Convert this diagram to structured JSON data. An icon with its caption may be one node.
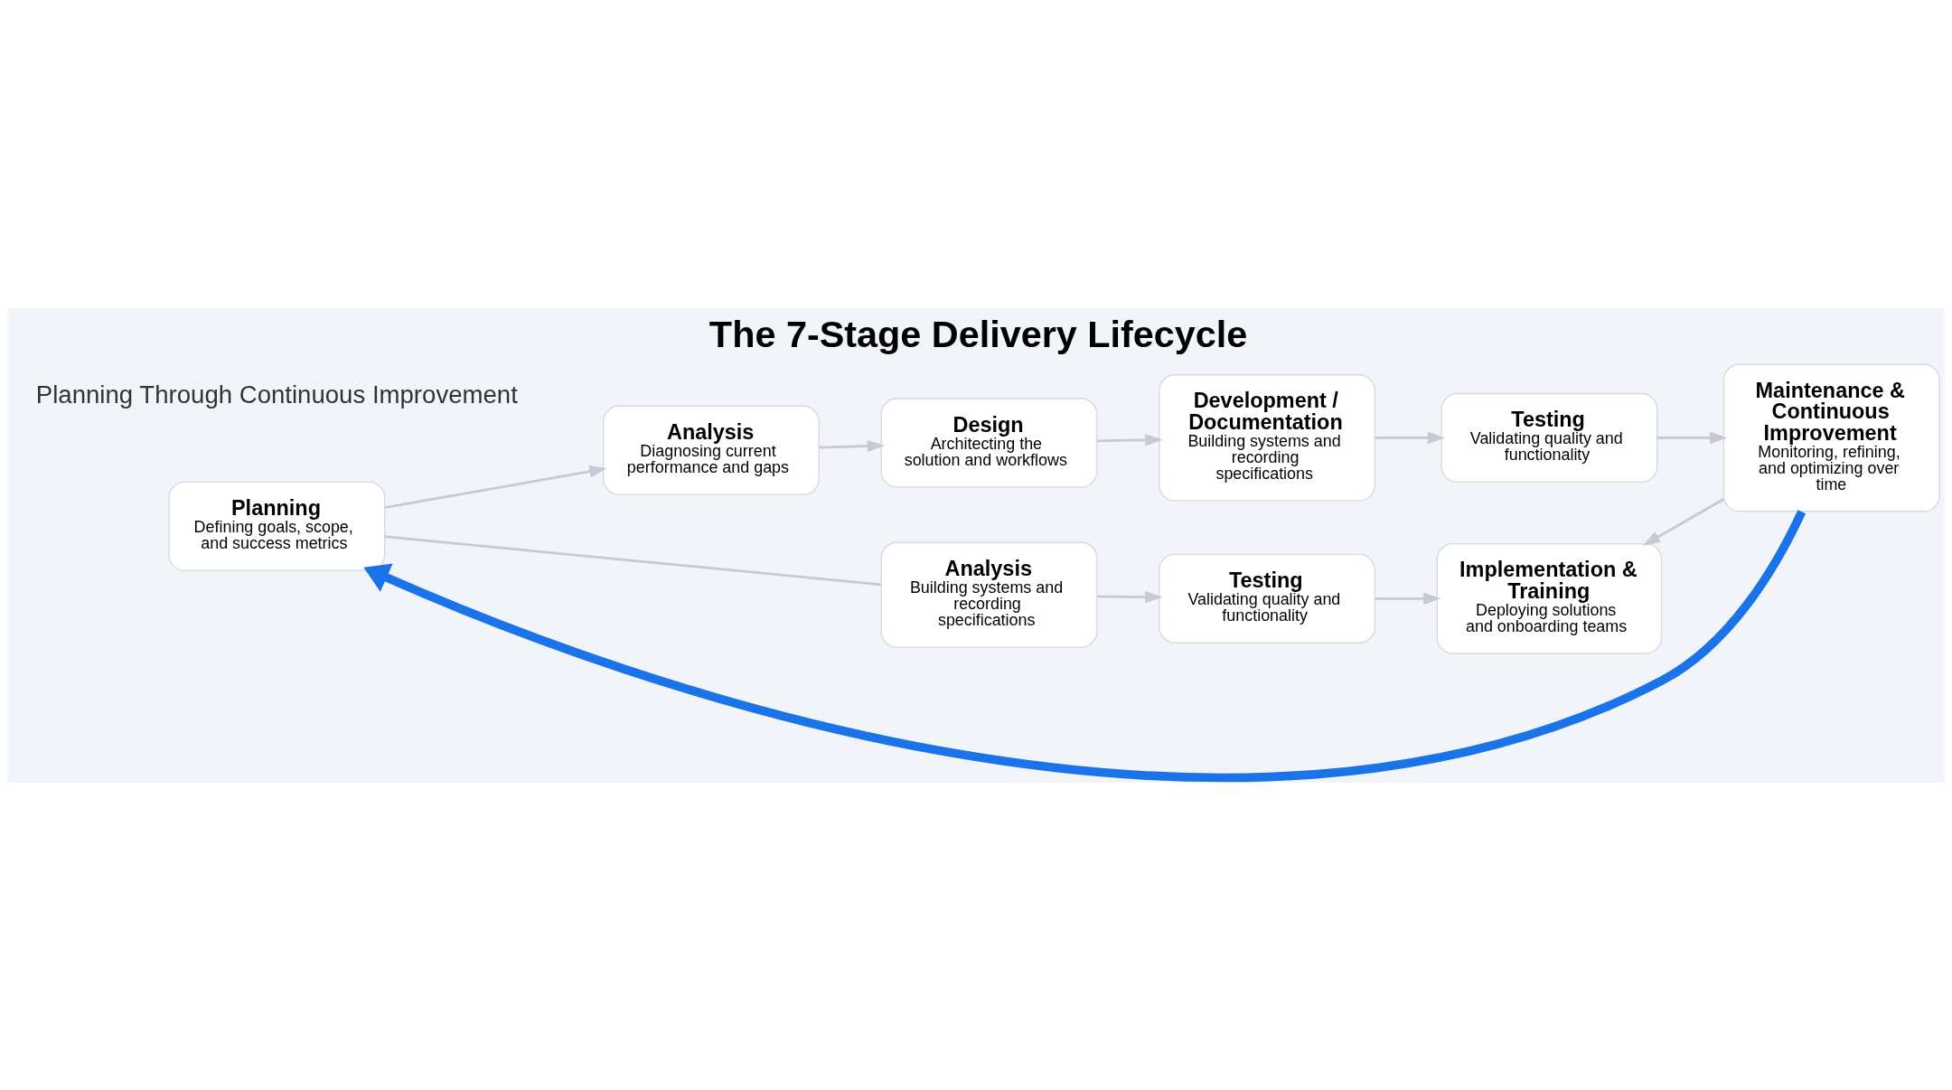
{
  "diagram": {
    "title": "The 7-Stage Delivery Lifecycle",
    "nodes": [
      {
        "text": [
          "Planning",
          "Defining goals, scope, and success metrics"
        ]
      },
      {
        "text": [
          "Analysis",
          "Diagnosing current performance and gaps"
        ]
      },
      {
        "text": [
          "Design",
          "Architecting the solution and workflows"
        ]
      },
      {
        "text": [
          "Development / Documentation",
          "Building systems and recording specifications"
        ]
      },
      {
        "text": [
          "Testing",
          "Validating quality and functionality"
        ]
      },
      {
        "text": [
          "Maintenance & Continuous Improvement",
          "Monitoring, refining, and optimizing over time"
        ]
      },
      {
        "text": [
          "Analysis",
          "Building systems and recording specifications"
        ]
      },
      {
        "text": [
          "Testing",
          "Validating quality and functionality"
        ]
      },
      {
        "text": [
          "Implementation & Training",
          "Deploying solutions and onboarding teams"
        ]
      }
    ],
    "edges": [
      {
        "from": 0,
        "to": 1,
        "arrow": "to"
      },
      {
        "from": 1,
        "to": 2,
        "arrow": "to"
      },
      {
        "from": 2,
        "to": 3,
        "arrow": "to"
      },
      {
        "from": 3,
        "to": 4,
        "arrow": "to"
      },
      {
        "from": 4,
        "to": 5,
        "arrow": "to"
      },
      {
        "from": 5,
        "to": 8,
        "arrow": "to"
      },
      {
        "from": 6,
        "to": 7,
        "arrow": "to"
      },
      {
        "from": 7,
        "to": 8,
        "arrow": "to"
      },
      {
        "from": 0,
        "to": 6,
        "arrow": "none"
      },
      {
        "from": 5,
        "to": 0,
        "arrow": "to",
        "style": "thick",
        "color": "#1a73e8"
      }
    ],
    "labels": [
      "Planning Through Continuous Improvement"
    ]
  }
}
